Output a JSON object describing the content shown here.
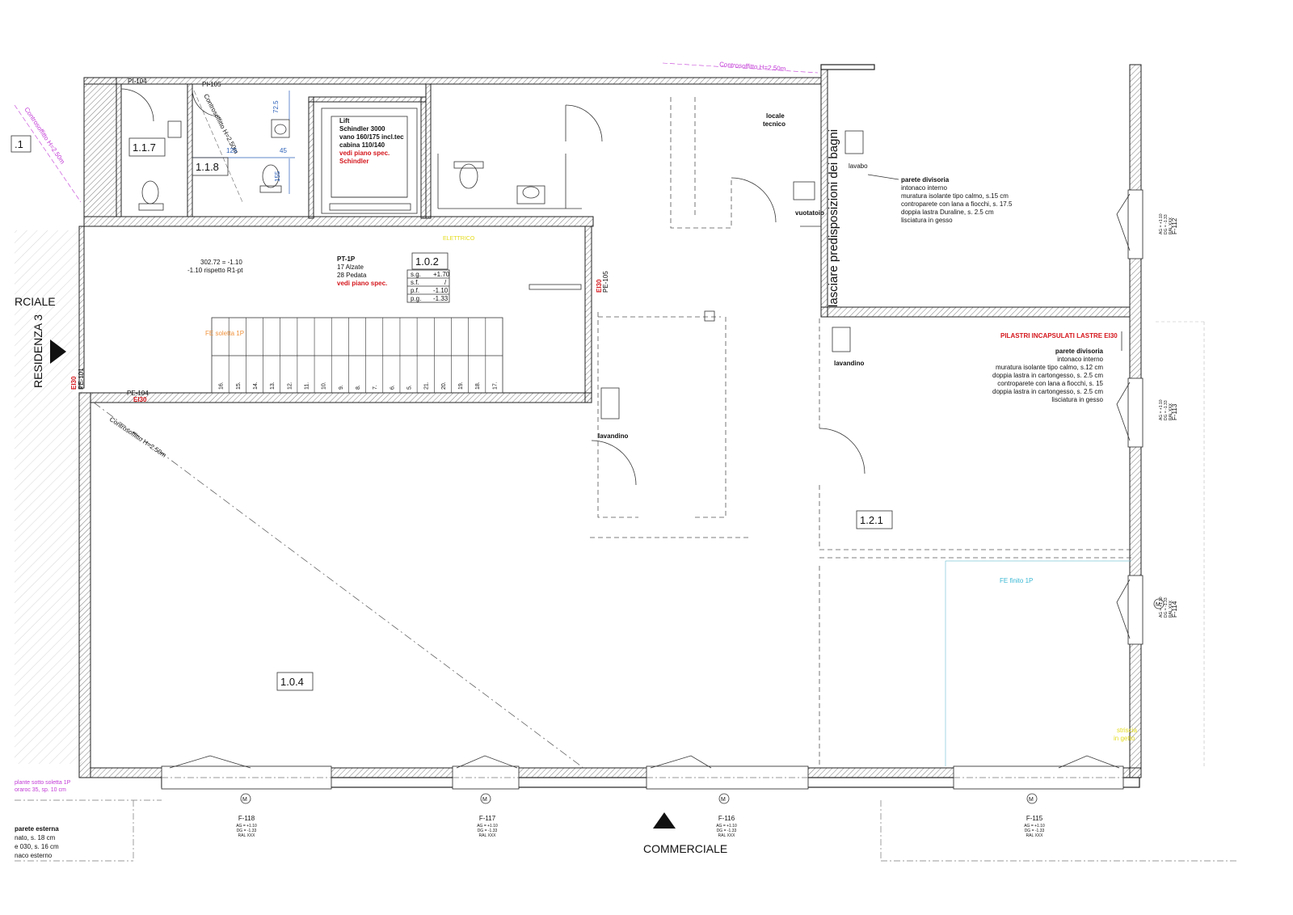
{
  "rooms": {
    "r117": "1.1.7",
    "r118": "1.1.8",
    "r102": "1.0.2",
    "r104": "1.0.4",
    "r121": "1.2.1",
    "r1": ".1"
  },
  "labels": {
    "pi104": "PI-104",
    "pi105": "PI-105",
    "pe104": "PE-104",
    "pe105": "PE-105",
    "pe101": "PE-101",
    "ei30": "EI30",
    "controsoffitto": "Controsoffitto H=2.50m",
    "lavabo": "lavabo",
    "vuotatoio": "vuotatoio",
    "lavandino": "lavandino",
    "locale": "locale",
    "tecnico": "tecnico",
    "lasciare": "lasciare predisposizioni dei bagni",
    "elettrico": "ELETTRICO",
    "fe_soletta": "FE soletta 1P",
    "fe_finito": "FE finito 1P",
    "pilastri": "PILASTRI INCAPSULATI LASTRE EI30",
    "residenza": "RESIDENZA 3",
    "rciale": "RCIALE",
    "commerciale": "COMMERCIALE",
    "motor": "M",
    "dim_125": "125",
    "dim_45": "45",
    "dim_725": "72.5",
    "dim_155": "155",
    "striscia_1": "striscia",
    "striscia_2": "in getto"
  },
  "lift": {
    "l1": "Lift",
    "l2": "Schindler 3000",
    "l3": "vano 160/175 incl.tec",
    "l4": "cabina 110/140",
    "l5": "vedi piano spec.",
    "l6": "Schindler"
  },
  "stair": {
    "s1": "PT-1P",
    "s2": "17 Alzate",
    "s3": "28 Pedata",
    "s4": "vedi piano spec.",
    "level1": "302.72 = -1.10",
    "level2": "-1.10 rispetto R1-pt",
    "steps": [
      "16.",
      "15.",
      "14.",
      "13.",
      "12.",
      "11.",
      "10.",
      "9.",
      "8.",
      "7.",
      "6.",
      "5.",
      "21.",
      "20.",
      "19.",
      "18.",
      "17."
    ],
    "table": [
      [
        "s.g.",
        "+1.70"
      ],
      [
        "s.f.",
        "/"
      ],
      [
        "p.f.",
        "-1.10"
      ],
      [
        "p.g.",
        "-1.33"
      ]
    ]
  },
  "partition1": {
    "title": "parete divisoria",
    "lines": [
      "intonaco interno",
      "muratura isolante tipo calmo, s.15 cm",
      "controparete con lana a fiocchi, s. 17.5",
      "doppia lastra Duraline, s. 2.5 cm",
      "lisciatura in gesso"
    ]
  },
  "partition2": {
    "title": "parete divisoria",
    "lines": [
      "intonaco interno",
      "muratura isolante tipo calmo, s.12 cm",
      "doppia lastra in cartongesso, s. 2.5 cm",
      "controparete con lana a fiocchi, s. 15",
      "doppia lastra in cartongesso, s. 2.5 cm",
      "lisciatura in gesso"
    ]
  },
  "external_wall": {
    "title": "parete esterna",
    "lines": [
      "nato, s. 18 cm",
      "e 030, s. 16 cm",
      "naco esterno"
    ]
  },
  "bottom_left_note": {
    "l1": "plante sotto soletta 1P",
    "l2": "oraroc 35, sp. 10 cm"
  },
  "windows_bottom": [
    {
      "id": "F-118",
      "ag": "AG = +1.10",
      "dg": "DG = -1.33",
      "ral": "RAL XXX"
    },
    {
      "id": "F-117",
      "ag": "AG = +1.10",
      "dg": "DG = -1.33",
      "ral": "RAL XXX"
    },
    {
      "id": "F-116",
      "ag": "AG = +1.10",
      "dg": "DG = -1.33",
      "ral": "RAL XXX"
    },
    {
      "id": "F-115",
      "ag": "AG = +1.10",
      "dg": "DG = -1.33",
      "ral": "RAL XXX"
    }
  ],
  "windows_right": [
    {
      "id": "F-112",
      "ag": "AG = +1.10",
      "dg": "DG = -1.33",
      "ral": "RAL XXX"
    },
    {
      "id": "F-113",
      "ag": "AG = +1.10",
      "dg": "DG = -1.33",
      "ral": "RAL XXX"
    },
    {
      "id": "F-114",
      "ag": "AG = +1.10",
      "dg": "DG = -1.33",
      "ral": "RAL XXX"
    }
  ],
  "colors": {
    "red": "#d4161c",
    "magenta": "#c23ad6",
    "yellow": "#e4dc1c",
    "cyan": "#3ab8d4",
    "orange": "#f0923c",
    "blue": "#2a5fb8"
  }
}
